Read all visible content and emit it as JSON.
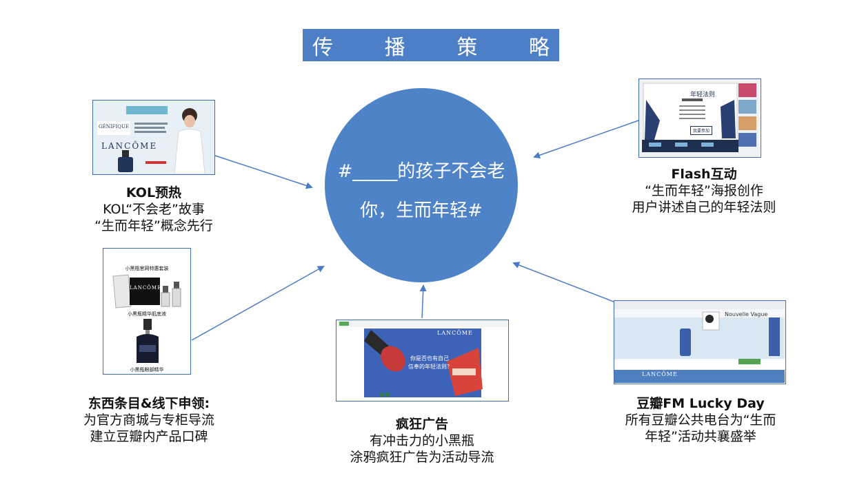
{
  "title_chars": [
    "传",
    "播",
    "策",
    "略"
  ],
  "center": {
    "line1": "#_____的孩子不会老",
    "line2": "你，生而年轻#"
  },
  "kol": {
    "heading": "KOL预热",
    "line1": "KOL“不会老”故事",
    "line2": "“生而年轻”概念先行",
    "brand": "LANCÔME",
    "product": "GÉNIFIQUE"
  },
  "flash": {
    "heading": "Flash互动",
    "line1": "“生而年轻”海报创作",
    "line2": "用户讲述自己的年轻法则",
    "poster_title": "年轻法则",
    "button": "我要参加"
  },
  "offline": {
    "heading": "东西条目&线下申领:",
    "line1": "为官方商城与专柜导流",
    "line2": "建立豆瓣内产品口碑",
    "thumb_top": "小黑瓶官网特惠套装",
    "thumb_mid": "小黑瓶精华肌底液",
    "thumb_bottom": "小黑瓶眼部精华",
    "brand": "LANCÔME"
  },
  "ad": {
    "heading": "疯狂广告",
    "line1": "有冲击力的小黑瓶",
    "line2": "涂鸦疯狂广告为活动导流",
    "poster_text_1": "你是否也有自己",
    "poster_text_2": "信奉的年轻法则？",
    "brand": "LANCÔME"
  },
  "fm": {
    "heading": "豆瓣FM Lucky Day",
    "line1": "所有豆瓣公共电台为“生而",
    "line2": "年轻”活动共襄盛举",
    "song": "Nouvelle Vague",
    "brand": "LANCÔME"
  },
  "colors": {
    "title_bar": "#4d7fc6",
    "circle": "#4f83c8",
    "arrow": "#4a7bc4",
    "thumb_border": "#3d6db5"
  }
}
